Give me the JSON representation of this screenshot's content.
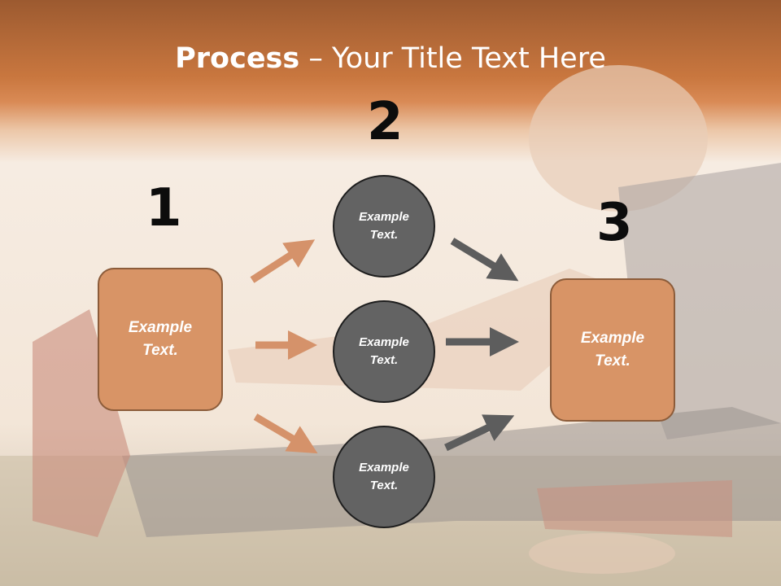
{
  "title": {
    "bold": "Process",
    "rest": " – Your Title Text Here"
  },
  "steps": [
    {
      "number": "1",
      "box_text": "Example Text."
    },
    {
      "number": "2",
      "circles": [
        "Example Text.",
        "Example Text.",
        "Example Text."
      ]
    },
    {
      "number": "3",
      "box_text": "Example Text."
    }
  ],
  "colors": {
    "box_fill": "#d89466",
    "circle_fill": "#636363",
    "arrow_orange": "#d5926a",
    "arrow_gray": "#5d5d5d",
    "header": "#c9773f"
  }
}
